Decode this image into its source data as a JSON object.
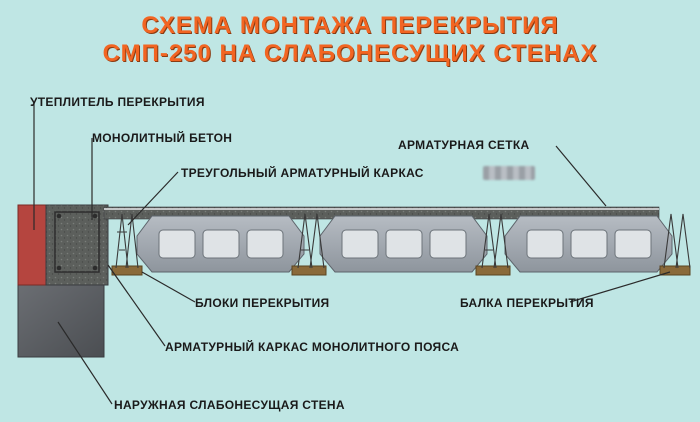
{
  "title": {
    "line1": "СХЕМА МОНТАЖА ПЕРЕКРЫТИЯ",
    "line2": "СМП-250 НА СЛАБОНЕСУЩИХ СТЕНАХ"
  },
  "labels": {
    "insulation": "УТЕПЛИТЕЛЬ ПЕРЕКРЫТИЯ",
    "concrete": "МОНОЛИТНЫЙ БЕТОН",
    "mesh": "АРМАТУРНАЯ СЕТКА",
    "triangular_frame": "ТРЕУГОЛЬНЫЙ АРМАТУРНЫЙ КАРКАС",
    "blocks": "БЛОКИ ПЕРЕКРЫТИЯ",
    "beam": "БАЛКА ПЕРЕКРЫТИЯ",
    "belt_frame": "АРМАТУРНЫЙ КАРКАС МОНОЛИТНОГО ПОЯСА",
    "outer_wall": "НАРУЖНАЯ СЛАБОНЕСУЩАЯ СТЕНА"
  },
  "colors": {
    "title": "#f26522",
    "background": "#bfe6e4",
    "insulation": "#b5453f",
    "concrete": "#5c5f5c",
    "wall": "#5e6166",
    "block": "#9ca3ab",
    "beam": "#8a6a3a",
    "leader": "#2a2a2a"
  }
}
